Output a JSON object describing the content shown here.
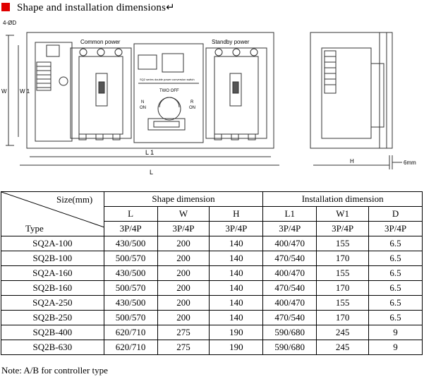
{
  "heading": "Shape and installation dimensions↵",
  "drawing": {
    "hole_label": "4-ØD",
    "common_power": "Common power",
    "standby_power": "Standby power",
    "product_label": "SQ2 series double power conversion switch",
    "two_off": "TWO OFF",
    "n_on": [
      "N",
      "ON"
    ],
    "r_on": [
      "R",
      "ON"
    ],
    "w": "W",
    "w1": "W 1",
    "l1": "L 1",
    "l": "L",
    "h": "H",
    "gap": "6mm"
  },
  "table": {
    "size_label": "Size(mm)",
    "type_label": "Type",
    "group_shape": "Shape dimension",
    "group_install": "Installation dimension",
    "columns": [
      "L",
      "W",
      "H",
      "L1",
      "W1",
      "D"
    ],
    "poles": [
      "3P/4P",
      "3P/4P",
      "3P/4P",
      "3P/4P",
      "3P/4P",
      "3P/4P"
    ],
    "rows": [
      {
        "type": "SQ2A-100",
        "L": "430/500",
        "W": "200",
        "H": "140",
        "L1": "400/470",
        "W1": "155",
        "D": "6.5"
      },
      {
        "type": "SQ2B-100",
        "L": "500/570",
        "W": "200",
        "H": "140",
        "L1": "470/540",
        "W1": "170",
        "D": "6.5"
      },
      {
        "type": "SQ2A-160",
        "L": "430/500",
        "W": "200",
        "H": "140",
        "L1": "400/470",
        "W1": "155",
        "D": "6.5"
      },
      {
        "type": "SQ2B-160",
        "L": "500/570",
        "W": "200",
        "H": "140",
        "L1": "470/540",
        "W1": "170",
        "D": "6.5"
      },
      {
        "type": "SQ2A-250",
        "L": "430/500",
        "W": "200",
        "H": "140",
        "L1": "400/470",
        "W1": "155",
        "D": "6.5"
      },
      {
        "type": "SQ2B-250",
        "L": "500/570",
        "W": "200",
        "H": "140",
        "L1": "470/540",
        "W1": "170",
        "D": "6.5"
      },
      {
        "type": "SQ2B-400",
        "L": "620/710",
        "W": "275",
        "H": "190",
        "L1": "590/680",
        "W1": "245",
        "D": "9"
      },
      {
        "type": "SQ2B-630",
        "L": "620/710",
        "W": "275",
        "H": "190",
        "L1": "590/680",
        "W1": "245",
        "D": "9"
      }
    ]
  },
  "note": "Note:   A/B for controller type"
}
